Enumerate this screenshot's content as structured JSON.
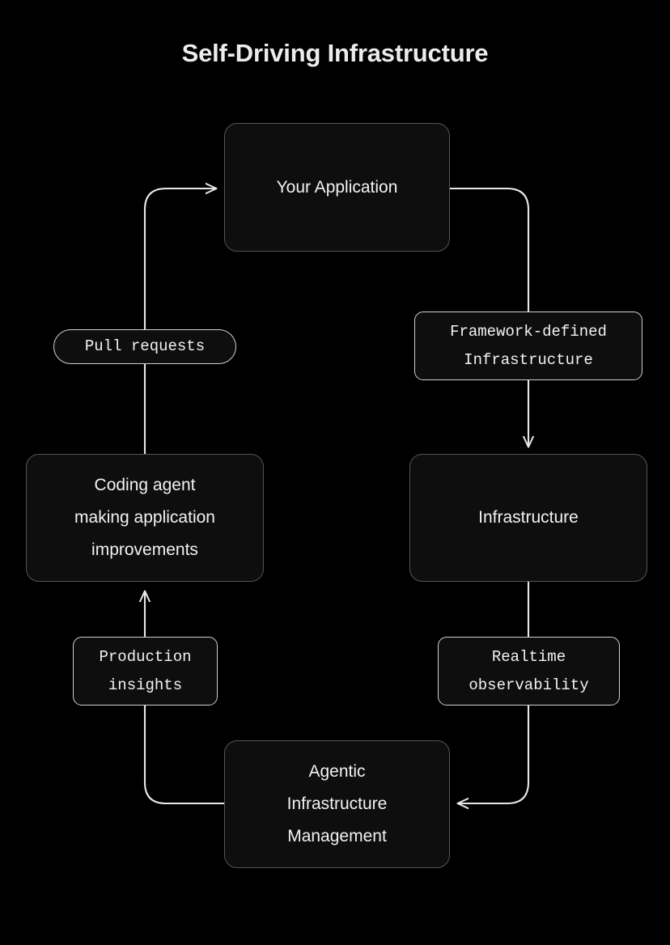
{
  "page": {
    "title": "Self-Driving Infrastructure",
    "background_color": "#000000",
    "node_fill_color": "#0e0e0e",
    "node_border_color": "#555555",
    "label_border_color": "#cfcfcf",
    "edge_color": "#e8e8e8",
    "text_color": "#f2f2f2"
  },
  "diagram": {
    "type": "flowchart-cycle",
    "nodes": [
      {
        "id": "your-application",
        "label": "Your Application"
      },
      {
        "id": "infrastructure",
        "label": "Infrastructure"
      },
      {
        "id": "agentic-management",
        "label": "Agentic\nInfrastructure\nManagement"
      },
      {
        "id": "coding-agent",
        "label": "Coding agent\nmaking application\nimprovements"
      }
    ],
    "edge_labels": [
      {
        "id": "framework-defined",
        "label": "Framework-defined\nInfrastructure"
      },
      {
        "id": "realtime-observability",
        "label": "Realtime\nobservability"
      },
      {
        "id": "production-insights",
        "label": "Production\ninsights"
      },
      {
        "id": "pull-requests",
        "label": "Pull requests"
      }
    ],
    "edges": [
      {
        "from": "your-application",
        "to": "infrastructure",
        "label": "Framework-defined Infrastructure"
      },
      {
        "from": "infrastructure",
        "to": "agentic-management",
        "label": "Realtime observability"
      },
      {
        "from": "agentic-management",
        "to": "coding-agent",
        "label": "Production insights"
      },
      {
        "from": "coding-agent",
        "to": "your-application",
        "label": "Pull requests"
      }
    ]
  }
}
